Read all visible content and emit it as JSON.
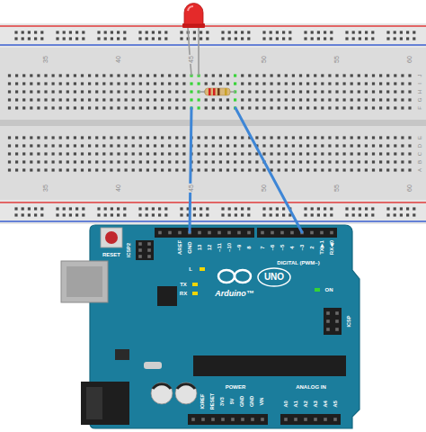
{
  "diagram": {
    "labels": [
      "35",
      "40",
      "45",
      "50",
      "55",
      "60",
      "35",
      "40",
      "45",
      "50",
      "55",
      "60",
      "J",
      "I",
      "H",
      "G",
      "F",
      "E",
      "D",
      "C",
      "B",
      "A",
      "RESET",
      "ICSP2",
      "AREF",
      "GND",
      "13",
      "12",
      "~11",
      "~10",
      "~9",
      "8",
      "7",
      "~6",
      "~5",
      "4",
      "~3",
      "2",
      "TX▶1",
      "RX◀0",
      "DIGITAL (PWM~)",
      "L",
      "TX",
      "RX",
      "Arduino™",
      "UNO",
      "ON",
      "ICSP",
      "IOREF",
      "RESET",
      "3V3",
      "5V",
      "GND",
      "GND",
      "VIN",
      "POWER",
      "A0",
      "A1",
      "A2",
      "A3",
      "A4",
      "A5",
      "ANALOG IN"
    ]
  }
}
